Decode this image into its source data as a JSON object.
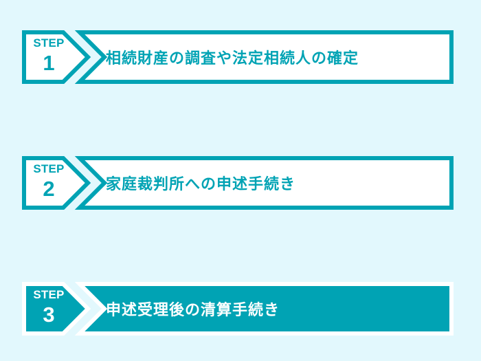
{
  "diagram": {
    "title_text": "",
    "background_color": "#e2f8fd",
    "accent_color": "#00a3b4",
    "highlight_fill": "#00a3b4",
    "highlight_text_color": "#ffffff",
    "outline_text_color": "#00a3b4",
    "steps": [
      {
        "step_label": "STEP",
        "number": "1",
        "title": "相続財産の調査や法定相続人の確定",
        "style": "outline"
      },
      {
        "step_label": "STEP",
        "number": "2",
        "title": "家庭裁判所への申述手続き",
        "style": "outline"
      },
      {
        "step_label": "STEP",
        "number": "3",
        "title": "申述受理後の清算手続き",
        "style": "filled"
      }
    ]
  }
}
